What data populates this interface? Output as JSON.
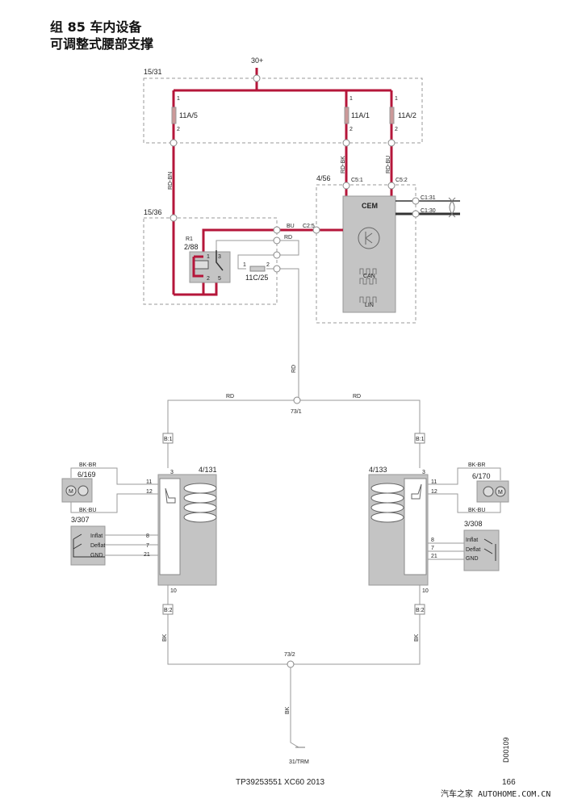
{
  "header": {
    "line1": "组 85 车内设备",
    "line2": "可调整式腰部支撑"
  },
  "supply": "30+",
  "boxes": {
    "fusebox": "15/31",
    "relaybox": "15/36",
    "cem_box": "4/56"
  },
  "fuses": [
    {
      "id": "11A/5"
    },
    {
      "id": "11A/1"
    },
    {
      "id": "11A/2"
    },
    {
      "id": "11C/25"
    }
  ],
  "pins": {
    "p1": "1",
    "p2": "2",
    "p3": "3",
    "p5": "5",
    "p8": "8",
    "p7": "7",
    "p21": "21",
    "p10": "10",
    "p11": "11",
    "p12": "12"
  },
  "wires": {
    "rd_bn": "RD-BN",
    "rd_bk": "RD-BK",
    "rd_bu": "RD-BU",
    "bu": "BU",
    "rd": "RD",
    "bk": "BK",
    "bk_br": "BK-BR",
    "bk_bu": "BK-BU"
  },
  "connectors": {
    "c5_1": "C5:1",
    "c5_2": "C5:2",
    "c2_5": "C2:5",
    "c1_31": "C1:31",
    "c1_30": "C1:30",
    "b1": "B:1",
    "b2": "B:2"
  },
  "relay": {
    "name": "R1",
    "id": "2/88"
  },
  "cem": {
    "label": "CEM",
    "can": "CAN",
    "lin": "LIN"
  },
  "splices": {
    "top": "73/1",
    "bottom": "73/2"
  },
  "left": {
    "module": "4/131",
    "motor": "6/169",
    "switch": "3/307",
    "motor_m": "M"
  },
  "right": {
    "module": "4/133",
    "motor": "6/170",
    "switch": "3/308",
    "motor_m": "M"
  },
  "switch_labels": {
    "inflat": "Inflat",
    "deflat": "Deflat",
    "gnd": "GND"
  },
  "ground": "31/TRM",
  "footer": {
    "doc": "TP39253551 XC60 2013",
    "page": "166",
    "drawing_id": "D00109",
    "watermark": "汽车之家  AUTOHOME.COM.CN"
  }
}
